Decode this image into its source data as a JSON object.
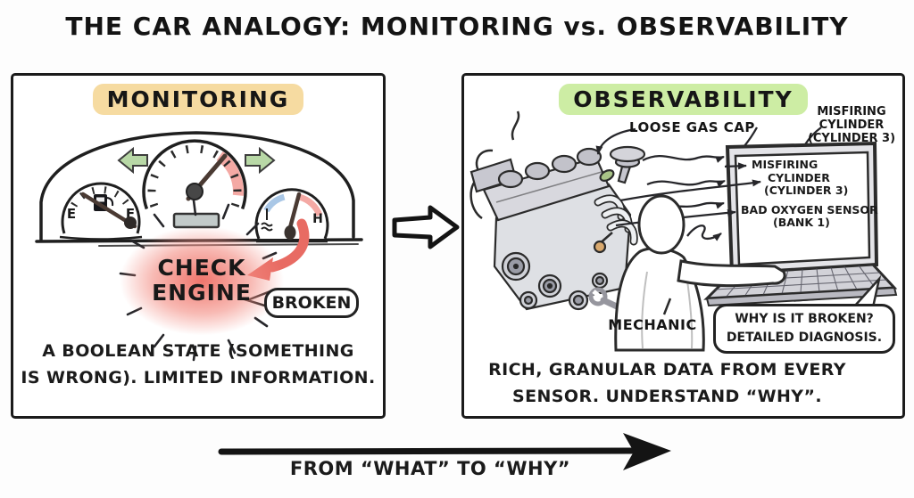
{
  "title": "THE CAR ANALOGY: MONITORING vs. OBSERVABILITY",
  "colors": {
    "monitoring_highlight": "#f6dba1",
    "observability_highlight": "#cdeda4",
    "warning_glow": "#ee6a60",
    "alert_red": "#e86b63",
    "signal_green": "#b8d8a6"
  },
  "monitoring": {
    "heading": "MONITORING",
    "fuel_gauge": {
      "empty": "E",
      "full": "F"
    },
    "temp_gauge": {
      "hot": "H"
    },
    "warning_line1": "CHECK",
    "warning_line2": "ENGINE",
    "speech_bubble": "BROKEN",
    "caption_line1": "A BOOLEAN STATE (SOMETHING",
    "caption_line2": "IS WRONG). LIMITED INFORMATION."
  },
  "observability": {
    "heading": "OBSERVABILITY",
    "annotation_gas_cap": "LOOSE GAS CAP",
    "annotation_misfiring_line1": "MISFIRING",
    "annotation_misfiring_line2": "CYLINDER",
    "annotation_misfiring_line3": "(CYLINDER 3)",
    "screen_line1": "MISFIRING",
    "screen_line2": "CYLINDER",
    "screen_line3": "(CYLINDER 3)",
    "screen_line4": "BAD OXYGEN SENSOR",
    "screen_line5": "(BANK 1)",
    "mechanic_label": "MECHANIC",
    "speech_line1": "WHY IS IT BROKEN?",
    "speech_line2": "DETAILED DIAGNOSIS.",
    "caption_line1": "RICH, GRANULAR DATA FROM EVERY",
    "caption_line2": "SENSOR. UNDERSTAND “WHY”."
  },
  "footer": {
    "arrow_label": "FROM “WHAT” TO “WHY”"
  }
}
